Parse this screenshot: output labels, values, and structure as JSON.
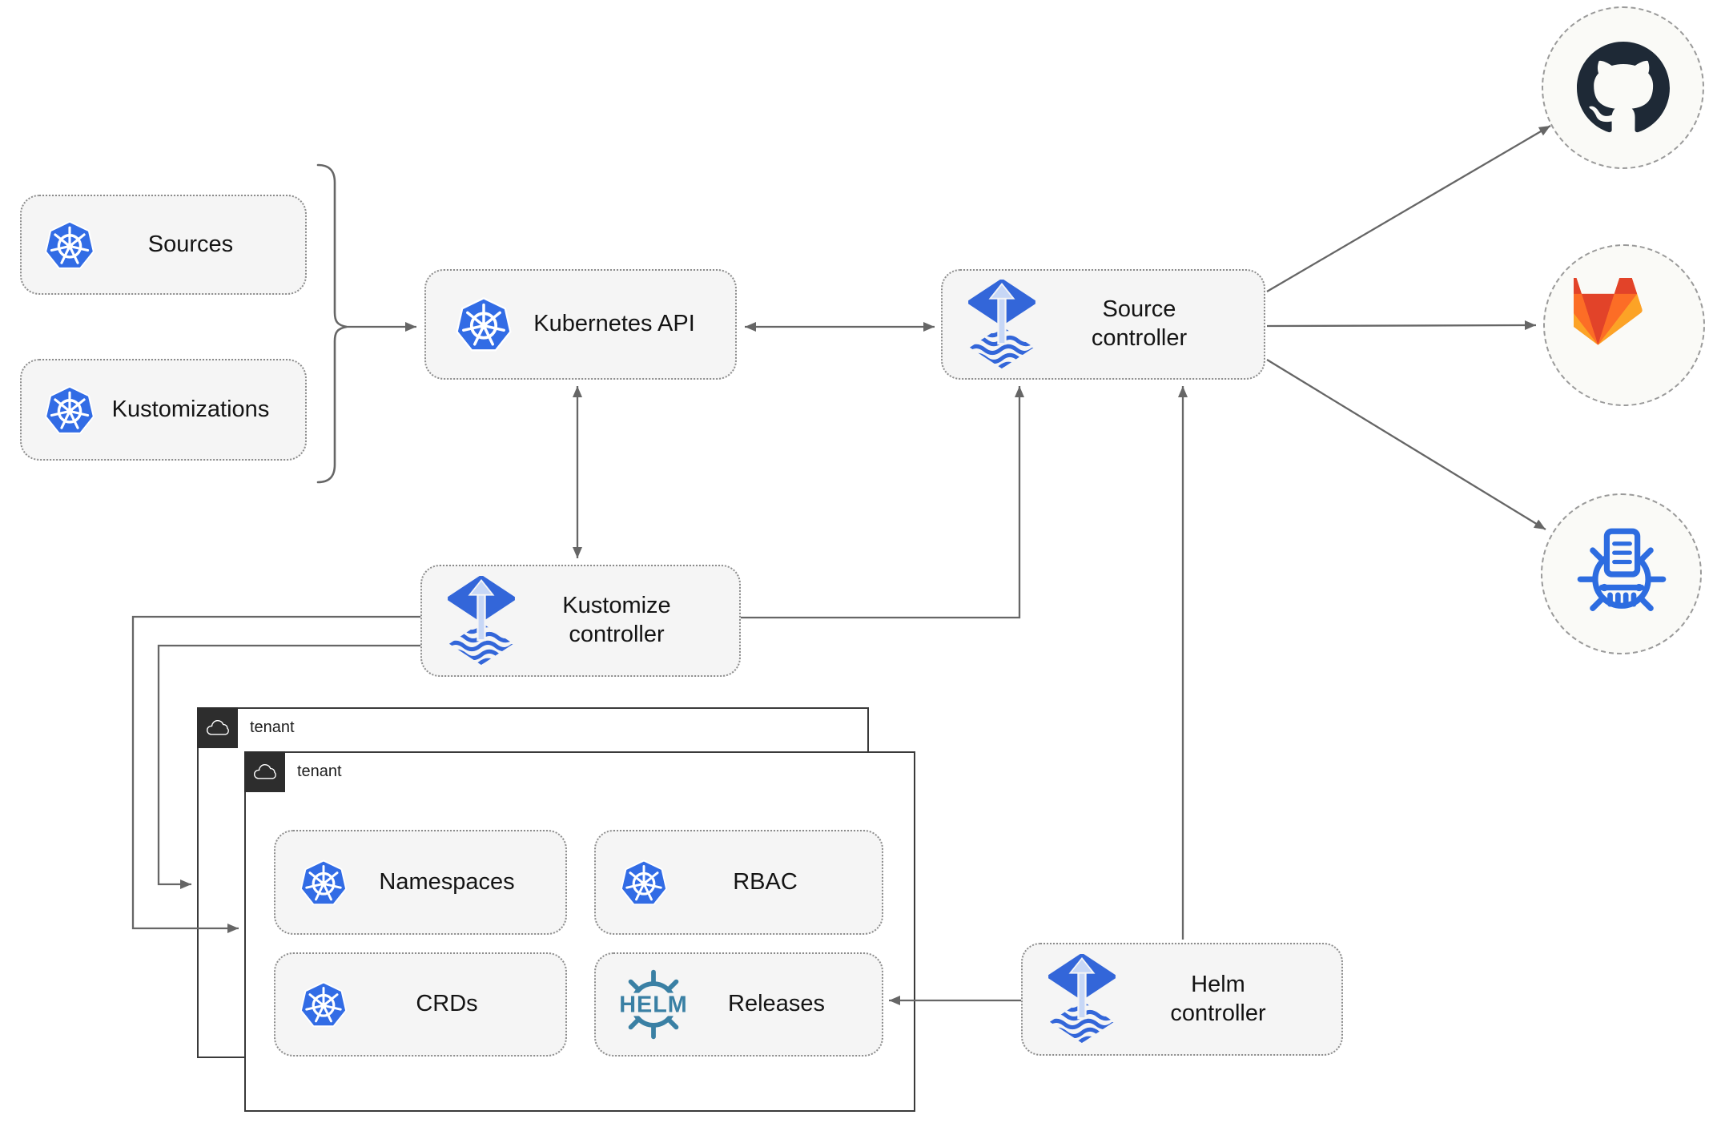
{
  "nodes": {
    "sources": {
      "label": "Sources"
    },
    "kustomizations": {
      "label": "Kustomizations"
    },
    "kubernetes_api": {
      "label": "Kubernetes API"
    },
    "source_controller": {
      "label": "Source controller"
    },
    "kustomize_controller": {
      "label": "Kustomize controller"
    },
    "helm_controller": {
      "label": "Helm controller"
    },
    "tenant_outer": {
      "label": "tenant"
    },
    "tenant_inner": {
      "label": "tenant"
    },
    "namespaces": {
      "label": "Namespaces"
    },
    "rbac": {
      "label": "RBAC"
    },
    "crds": {
      "label": "CRDs"
    },
    "releases": {
      "label": "Releases",
      "logo_text": "HELM"
    }
  },
  "icons": {
    "kubernetes": "kubernetes-wheel-icon",
    "flux": "flux-diamond-arrow-icon",
    "cloud": "cloud-icon",
    "github": "github-octocat-icon",
    "gitlab": "gitlab-tanuki-icon",
    "registry": "kubernetes-manifest-registry-icon",
    "helm": "helm-wheel-icon"
  },
  "colors": {
    "kubernetes_blue": "#326ce5",
    "flux_blue": "#3366d9",
    "flux_arrow_light": "#c7d7f6",
    "helm_teal": "#3a80a4",
    "github_dark": "#1e2936",
    "gitlab_red": "#e24329",
    "gitlab_orange": "#fc6d26",
    "gitlab_yellow": "#fca326",
    "registry_blue": "#2d6ce0",
    "line_gray": "#666666",
    "box_fill": "#f5f5f5",
    "tenant_tab_bg": "#2d2d2d",
    "tenant_border": "#3a3a3a"
  },
  "edges": [
    {
      "from": "sources+kustomizations",
      "to": "kubernetes_api",
      "type": "arrow"
    },
    {
      "from": "kubernetes_api",
      "to": "source_controller",
      "type": "double-arrow"
    },
    {
      "from": "kubernetes_api",
      "to": "kustomize_controller",
      "type": "double-arrow"
    },
    {
      "from": "kustomize_controller",
      "to": "source_controller",
      "type": "arrow"
    },
    {
      "from": "kustomize_controller",
      "to": "tenant_inner",
      "type": "arrow"
    },
    {
      "from": "kustomize_controller",
      "to": "tenant_outer",
      "type": "arrow"
    },
    {
      "from": "helm_controller",
      "to": "source_controller",
      "type": "arrow"
    },
    {
      "from": "helm_controller",
      "to": "releases",
      "type": "arrow"
    },
    {
      "from": "source_controller",
      "to": "github",
      "type": "arrow"
    },
    {
      "from": "source_controller",
      "to": "gitlab",
      "type": "arrow"
    },
    {
      "from": "source_controller",
      "to": "registry",
      "type": "arrow"
    }
  ]
}
